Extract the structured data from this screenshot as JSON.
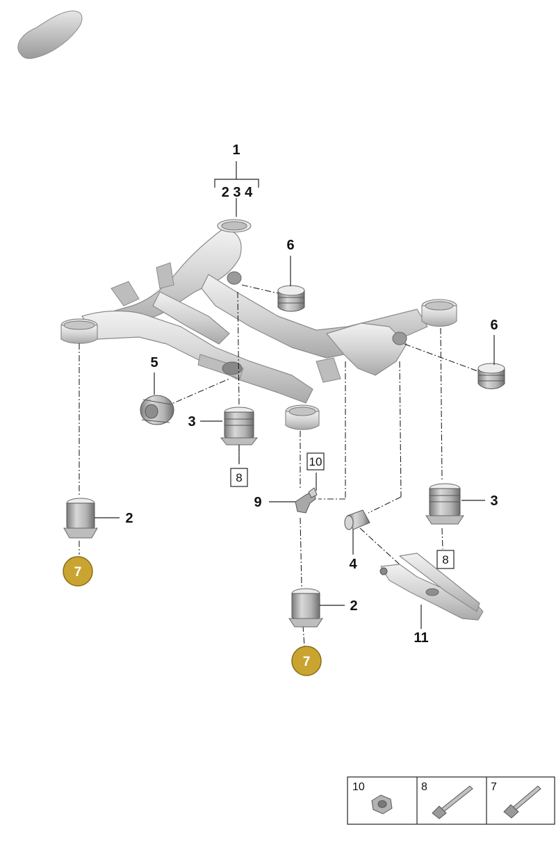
{
  "diagram": {
    "main_part_number": "1",
    "main_part_subparts": "2 3 4",
    "callouts": {
      "c2_left": "2",
      "c2_right": "2",
      "c3_left": "3",
      "c3_right": "3",
      "c4": "4",
      "c5": "5",
      "c6_top": "6",
      "c6_right": "6",
      "c9": "9",
      "c11": "11"
    },
    "boxed_callouts": {
      "b10": "10",
      "b8_left": "8",
      "b8_right": "8"
    },
    "badges": {
      "badge_left": "7",
      "badge_right": "7"
    },
    "colors": {
      "badge_gold": "#c9a431",
      "metal": "#d4d4d4"
    }
  },
  "legend": {
    "cells": [
      {
        "number": "10",
        "part": "nut"
      },
      {
        "number": "8",
        "part": "bolt"
      },
      {
        "number": "7",
        "part": "bolt"
      }
    ]
  },
  "thumbnail": {
    "icon": "car-silhouette-icon"
  }
}
